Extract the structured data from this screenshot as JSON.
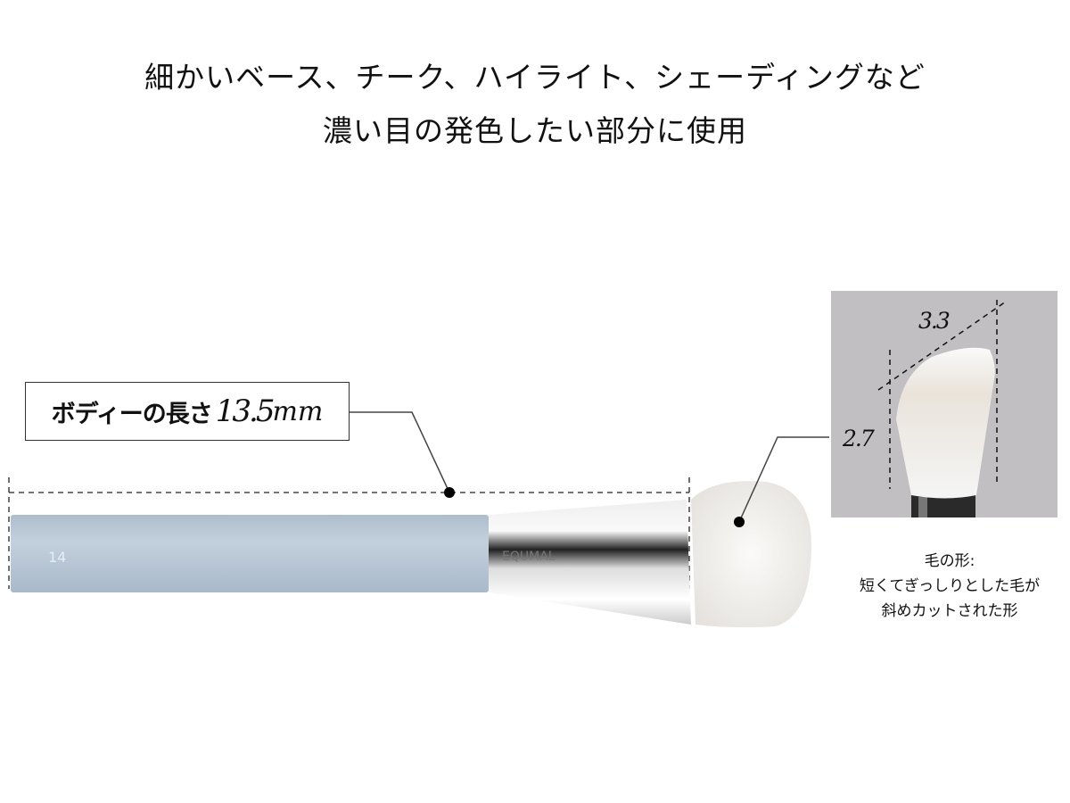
{
  "headline": {
    "line1": "細かいベース、チーク、ハイライト、シェーディングなど",
    "line2": "濃い目の発色したい部分に使用"
  },
  "body_length_label": {
    "text": "ボディーの長さ",
    "value": "13.5",
    "unit": "mm"
  },
  "brush": {
    "number": "14",
    "brand": "EQUMAL",
    "handle_color": "#b7c6d6"
  },
  "detail_photo": {
    "width_dim": "3.3",
    "height_dim": "2.7",
    "background": "#c2bfc3"
  },
  "caption": {
    "line1": "毛の形:",
    "line2": "短くてぎっしりとした毛が",
    "line3": "斜めカットされた形"
  }
}
